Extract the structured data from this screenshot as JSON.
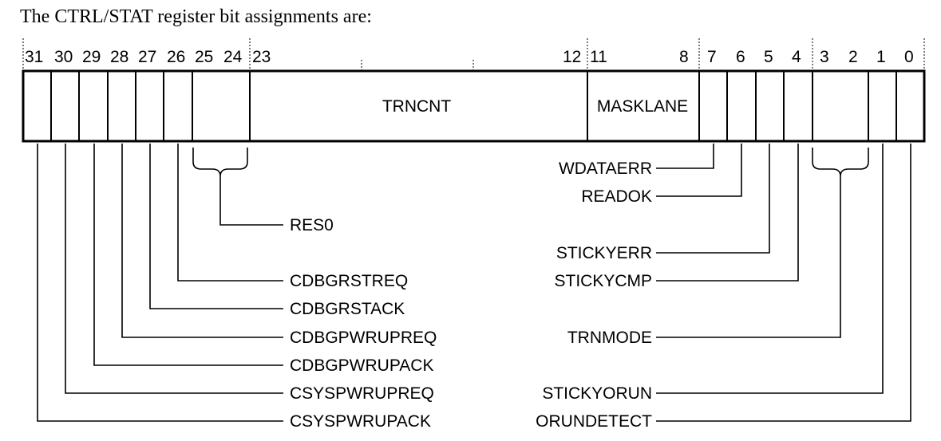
{
  "intro_text": "The CTRL/STAT register bit assignments are:",
  "bit_numbers": [
    "31",
    "30",
    "29",
    "28",
    "27",
    "26",
    "25",
    "24",
    "23",
    "12",
    "11",
    "8",
    "7",
    "6",
    "5",
    "4",
    "3",
    "2",
    "1",
    "0"
  ],
  "fields": {
    "trncnt": "TRNCNT",
    "masklane": "MASKLANE"
  },
  "left_labels": {
    "res0": "RES0",
    "cdbgrstreq": "CDBGRSTREQ",
    "cdbgrstack": "CDBGRSTACK",
    "cdbgpwrupreq": "CDBGPWRUPREQ",
    "cdbgpwrupack": "CDBGPWRUPACK",
    "csyspwrupreq": "CSYSPWRUPREQ",
    "csyspwrupack": "CSYSPWRUPACK"
  },
  "right_labels": {
    "wdataerr": "WDATAERR",
    "readok": "READOK",
    "stickyerr": "STICKYERR",
    "stickycmp": "STICKYCMP",
    "trnmode": "TRNMODE",
    "stickyorun": "STICKYORUN",
    "orundetect": "ORUNDETECT"
  }
}
